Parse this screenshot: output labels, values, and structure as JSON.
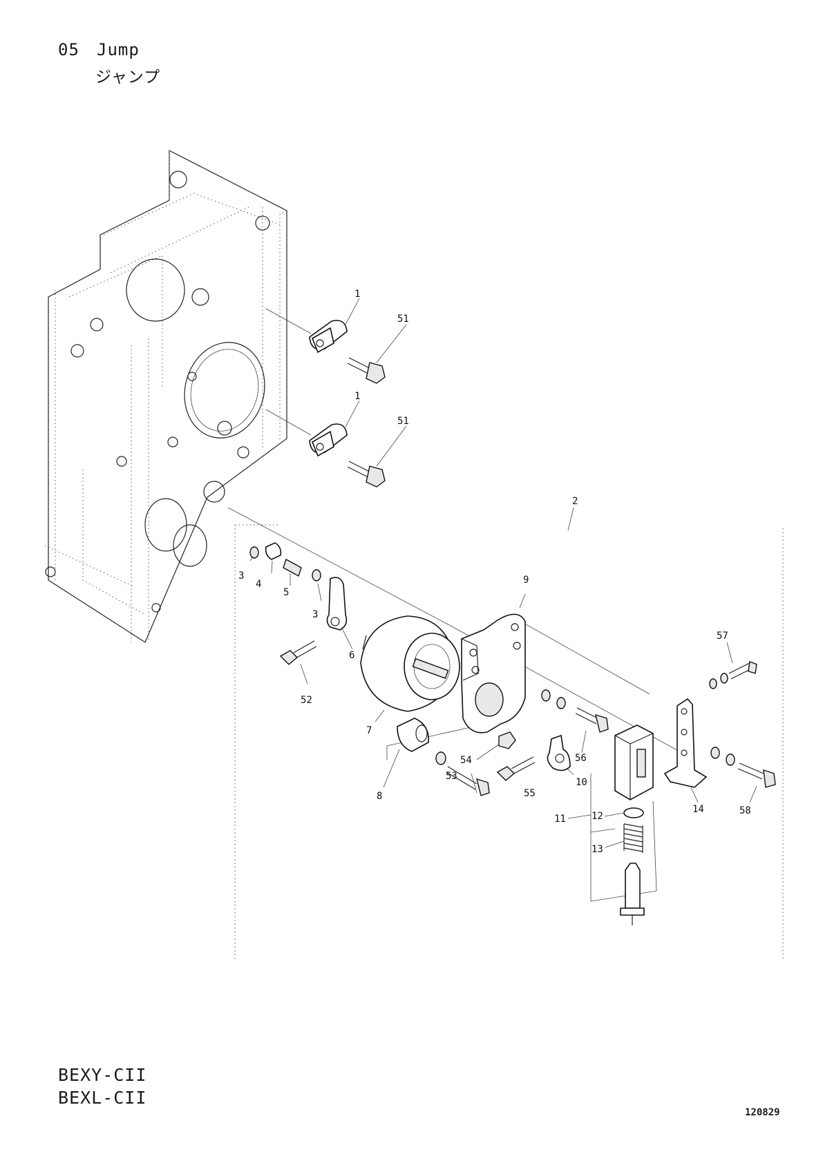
{
  "header": {
    "section_number": "05",
    "title_en": "Jump",
    "title_jp": "ジャンプ"
  },
  "models": [
    "BEXY-CII",
    "BEXL-CII"
  ],
  "document_number": "120829",
  "callouts": {
    "c1a": "1",
    "c1b": "1",
    "c51a": "51",
    "c51b": "51",
    "c2": "2",
    "c3a": "3",
    "c4": "4",
    "c5": "5",
    "c3b": "3",
    "c6": "6",
    "c52": "52",
    "c7": "7",
    "c9": "9",
    "c57": "57",
    "c8": "8",
    "c53": "53",
    "c54": "54",
    "c55": "55",
    "c56": "56",
    "c10": "10",
    "c11": "11",
    "c12": "12",
    "c13": "13",
    "c14": "14",
    "c58": "58"
  }
}
